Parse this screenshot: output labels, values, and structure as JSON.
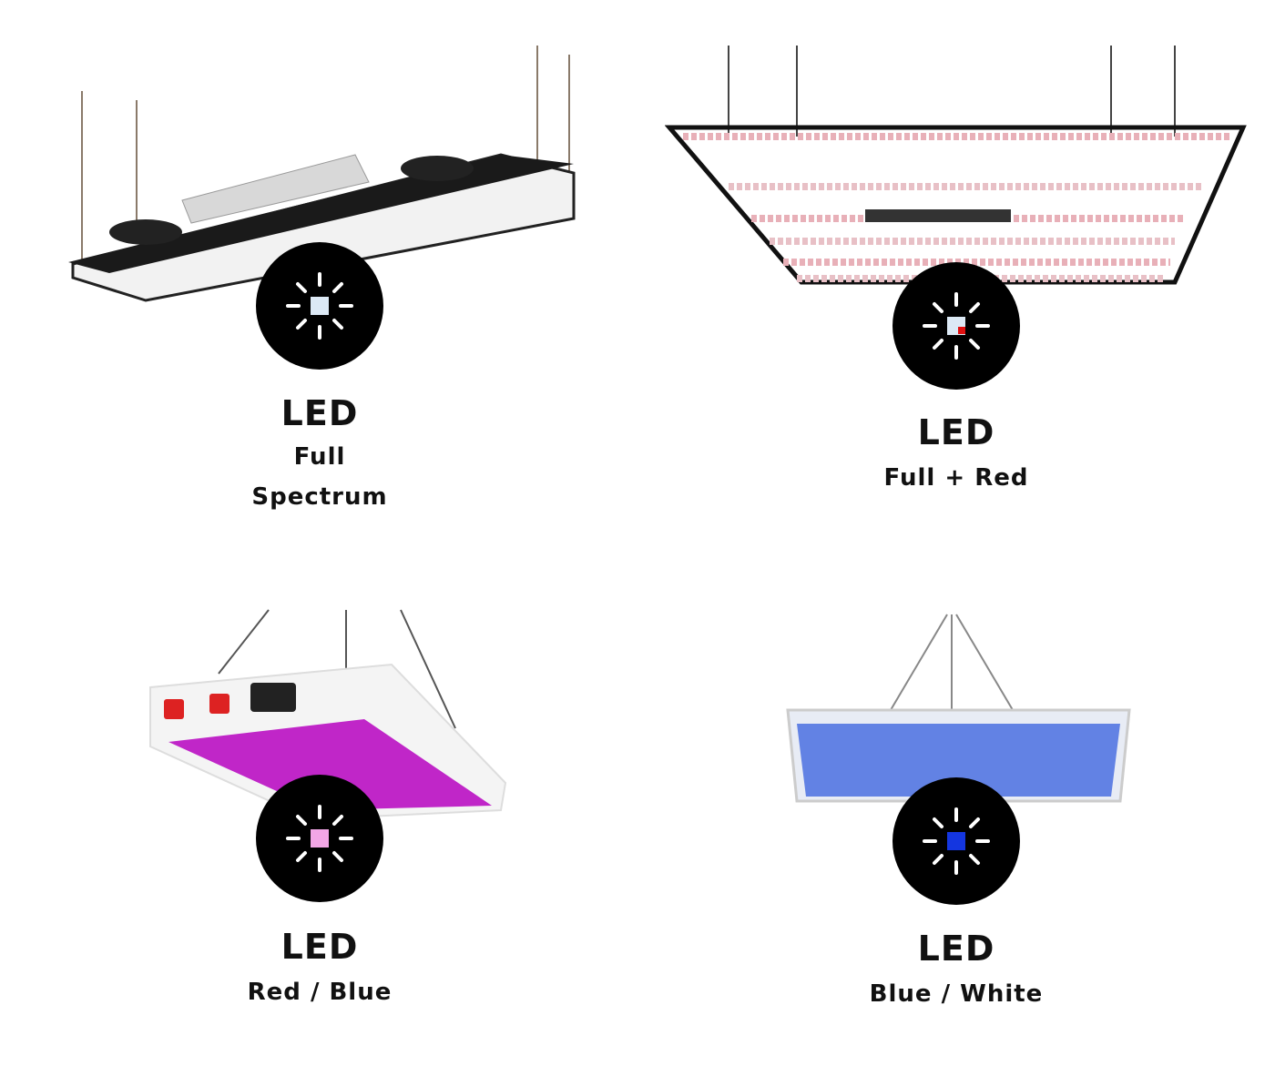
{
  "items": [
    {
      "title": "LED",
      "subtitle_lines": [
        "Full",
        "Spectrum"
      ],
      "icon": "sun-icon",
      "swatch_color": "#dce9f5",
      "accent_color": null
    },
    {
      "title": "LED",
      "subtitle_lines": [
        "Full + Red"
      ],
      "icon": "sun-icon",
      "swatch_color": "#dce9f5",
      "accent_color": "#e01010"
    },
    {
      "title": "LED",
      "subtitle_lines": [
        "Red / Blue"
      ],
      "icon": "sun-icon",
      "swatch_color": "#f3a6e6",
      "accent_color": null
    },
    {
      "title": "LED",
      "subtitle_lines": [
        "Blue / White"
      ],
      "icon": "sun-icon",
      "swatch_color": "#1436e0",
      "accent_color": null
    }
  ]
}
